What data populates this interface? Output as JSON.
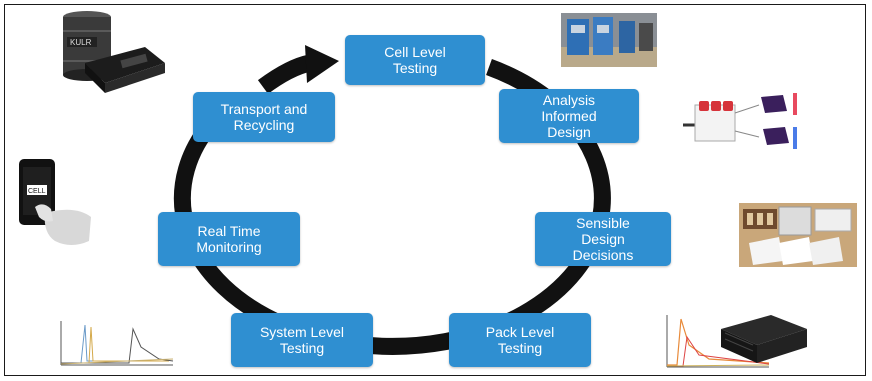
{
  "steps": [
    {
      "id": "cell-level-testing",
      "label": "Cell Level\nTesting"
    },
    {
      "id": "analysis-informed-design",
      "label": "Analysis\nInformed\nDesign"
    },
    {
      "id": "sensible-design-decisions",
      "label": "Sensible\nDesign\nDecisions"
    },
    {
      "id": "pack-level-testing",
      "label": "Pack Level\nTesting"
    },
    {
      "id": "system-level-testing",
      "label": "System Level\nTesting"
    },
    {
      "id": "real-time-monitoring",
      "label": "Real Time\nMonitoring"
    },
    {
      "id": "transport-and-recycling",
      "label": "Transport and\nRecycling"
    }
  ],
  "images": {
    "drum_logo": "KULR",
    "phone_logo": "CELL"
  },
  "colors": {
    "step_fill": "#2f8fd1",
    "step_text": "#ffffff",
    "cycle_ring": "#111111",
    "frame_border": "#1a1a1a"
  }
}
